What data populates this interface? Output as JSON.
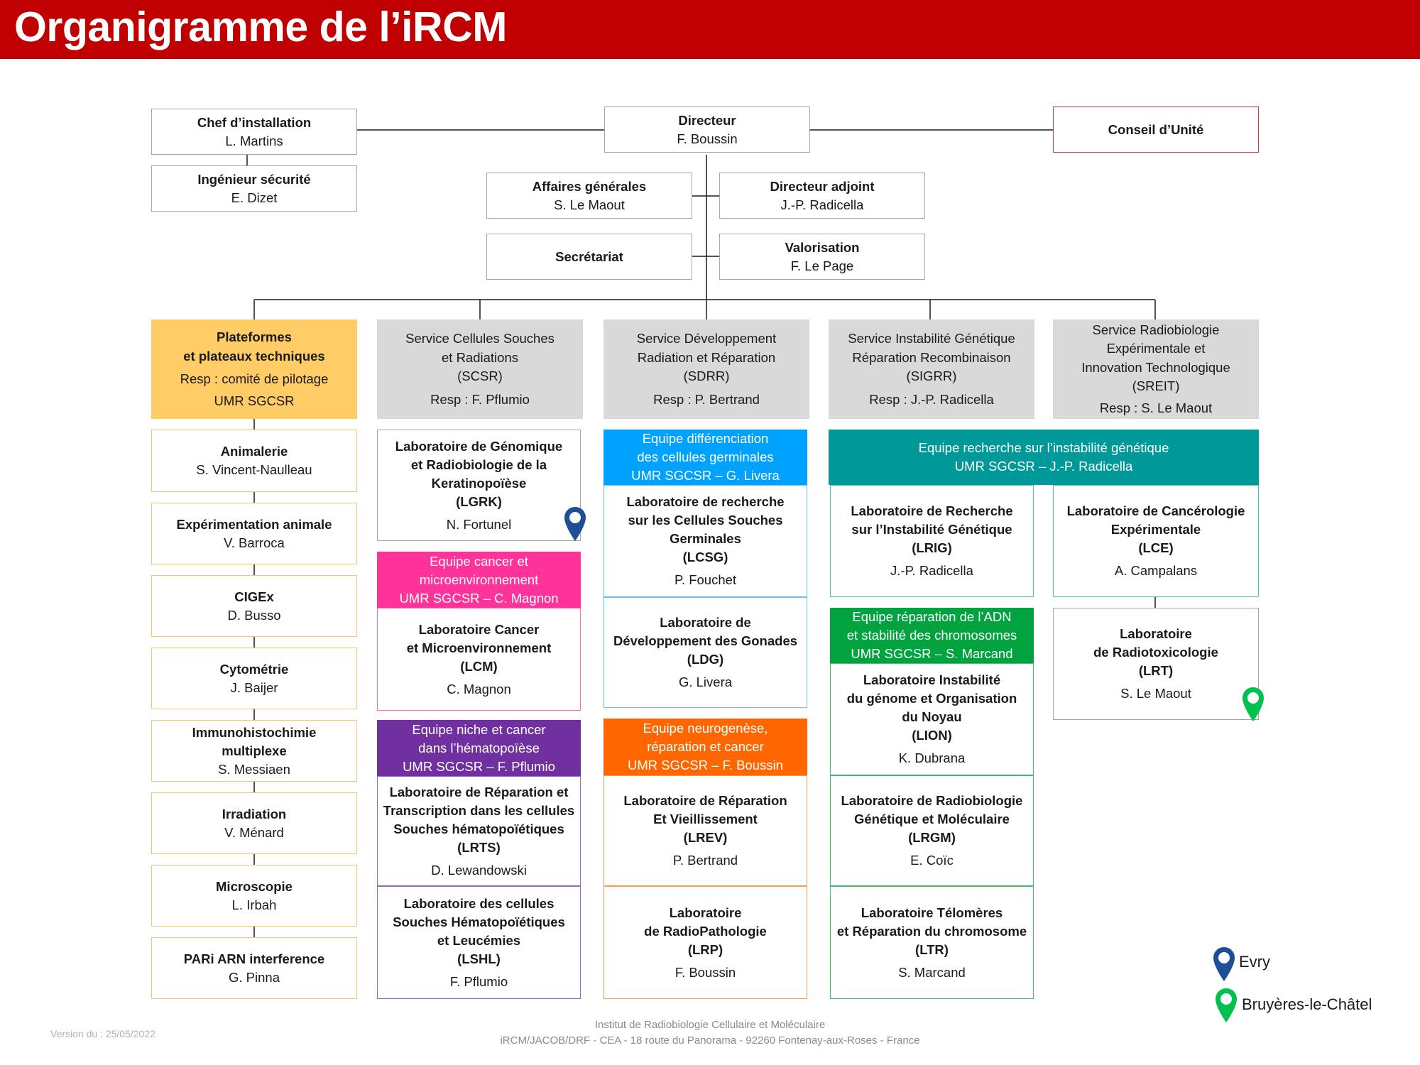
{
  "title": "Organigramme de l’iRCM",
  "top": {
    "chef_title": "Chef d’installation",
    "chef_name": "L. Martins",
    "ingenieur_title": "Ingénieur sécurité",
    "ingenieur_name": "E. Dizet",
    "directeur_title": "Directeur",
    "directeur_name": "F. Boussin",
    "conseil": "Conseil d’Unité",
    "affaires_title": "Affaires générales",
    "affaires_name": "S. Le Maout",
    "adjoint_title": "Directeur adjoint",
    "adjoint_name": "J.-P. Radicella",
    "secretariat": "Secrétariat",
    "valorisation_title": "Valorisation",
    "valorisation_name": "F. Le Page"
  },
  "columns": {
    "plateformes": {
      "header_title": "Plateformes\net plateaux techniques",
      "header_resp": "Resp : comité de pilotage",
      "header_umr": "UMR SGCSR",
      "items": [
        {
          "title": "Animalerie",
          "name": "S. Vincent-Naulleau"
        },
        {
          "title": "Expérimentation animale",
          "name": "V. Barroca"
        },
        {
          "title": "CIGEx",
          "name": "D. Busso"
        },
        {
          "title": "Cytométrie",
          "name": "J. Baijer"
        },
        {
          "title": "Immunohistochimie\nmultiplexe",
          "name": "S. Messiaen"
        },
        {
          "title": "Irradiation",
          "name": "V. Ménard"
        },
        {
          "title": "Microscopie",
          "name": "L. Irbah"
        },
        {
          "title": "PARi ARN interference",
          "name": "G. Pinna"
        }
      ]
    },
    "scsr": {
      "header_title": "Service Cellules Souches\net Radiations\n(SCSR)",
      "header_resp": "Resp : F. Pflumio",
      "lgrk": {
        "title": "Laboratoire de Génomique\net Radiobiologie de la\nKeratinopoïèse\n(LGRK)",
        "name": "N. Fortunel"
      },
      "team_cancer": "Equipe cancer et\nmicroenvironnement\nUMR SGCSR – C. Magnon",
      "lcm": {
        "title": "Laboratoire Cancer\net Microenvironnement\n(LCM)",
        "name": "C. Magnon"
      },
      "team_niche": "Equipe niche et cancer\ndans l’hématopoïèse\nUMR SGCSR – F. Pflumio",
      "lrts": {
        "title": "Laboratoire de Réparation et\nTranscription dans les cellules\nSouches hématopoïétiques\n(LRTS)",
        "name": "D. Lewandowski"
      },
      "lshl": {
        "title": "Laboratoire des cellules\nSouches Hématopoïétiques\net Leucémies\n(LSHL)",
        "name": "F. Pflumio"
      }
    },
    "sdrr": {
      "header_title": "Service Développement\nRadiation et Réparation\n(SDRR)",
      "header_resp": "Resp : P. Bertrand",
      "team_germ": "Equipe différenciation\ndes cellules germinales\nUMR SGCSR – G. Livera",
      "lcsg": {
        "title": "Laboratoire de recherche\nsur les Cellules Souches\nGerminales\n(LCSG)",
        "name": "P. Fouchet"
      },
      "ldg": {
        "title": "Laboratoire de\nDéveloppement des Gonades\n(LDG)",
        "name": "G. Livera"
      },
      "team_neuro": "Equipe neurogenèse,\nréparation et cancer\nUMR SGCSR – F. Boussin",
      "lrev": {
        "title": "Laboratoire de Réparation\nEt Vieillissement\n(LREV)",
        "name": "P. Bertrand"
      },
      "lrp": {
        "title": "Laboratoire\nde RadioPathologie\n(LRP)",
        "name": "F. Boussin"
      }
    },
    "sigrr": {
      "header_title": "Service Instabilité Génétique\nRéparation Recombinaison\n(SIGRR)",
      "header_resp": "Resp : J.-P. Radicella",
      "team_instab": "Equipe recherche sur l’instabilité génétique\nUMR SGCSR – J.-P. Radicella",
      "lrig": {
        "title": "Laboratoire de Recherche\nsur l’Instabilité Génétique\n(LRIG)",
        "name": "J.-P. Radicella"
      },
      "team_adn": "Equipe réparation de l’ADN\net stabilité des chromosomes\nUMR SGCSR – S. Marcand",
      "lion": {
        "title": "Laboratoire Instabilité\ndu génome et Organisation\ndu Noyau\n(LION)",
        "name": "K. Dubrana"
      },
      "lrgm": {
        "title": "Laboratoire de Radiobiologie\nGénétique et Moléculaire\n(LRGM)",
        "name": "E. Coïc"
      },
      "ltr": {
        "title": "Laboratoire Télomères\net Réparation du chromosome\n(LTR)",
        "name": "S. Marcand"
      }
    },
    "sreit": {
      "header_title": "Service Radiobiologie\nExpérimentale et\nInnovation Technologique\n(SREIT)",
      "header_resp": "Resp : S. Le Maout",
      "lce": {
        "title": "Laboratoire de Cancérologie\nExpérimentale\n(LCE)",
        "name": "A. Campalans"
      },
      "lrt": {
        "title": "Laboratoire\nde Radiotoxicologie\n(LRT)",
        "name": "S. Le Maout"
      }
    }
  },
  "legend": {
    "evry": "Evry",
    "bruyeres": "Bruyères-le-Châtel"
  },
  "footer": {
    "line1": "Institut de Radiobiologie Cellulaire et Moléculaire",
    "line2": "iRCM/JACOB/DRF - CEA - 18 route du Panorama - 92260 Fontenay-aux-Roses - France",
    "version": "Version du : 25/05/2022"
  },
  "colors": {
    "title_bar": "#c00000",
    "plateformes": "#ffcc66",
    "service_header": "#d9d9d9",
    "team_blue": "#00a2ff",
    "team_pink": "#ff3399",
    "team_purple": "#7030a0",
    "team_orange": "#ff6600",
    "team_teal": "#009999",
    "team_green": "#00a33e",
    "pin_evry": "#1f4e99",
    "pin_bruyeres": "#00c050"
  }
}
